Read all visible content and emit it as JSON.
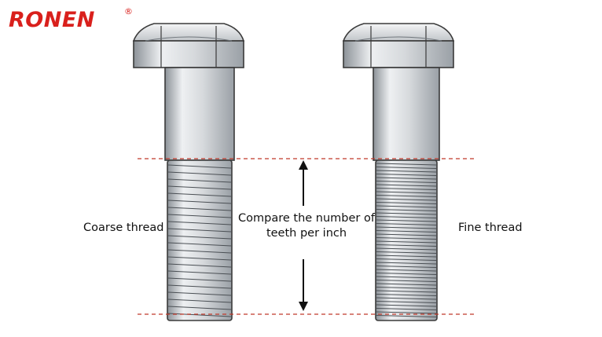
{
  "brand": {
    "name": "RONEN",
    "registered_mark": "®",
    "color": "#d9201c"
  },
  "labels": {
    "coarse": "Coarse thread",
    "fine": "Fine thread",
    "compare_line1": "Compare the number of",
    "compare_line2": "teeth per inch"
  },
  "colors": {
    "guide_line": "#c0392b",
    "steel_light": "#eef0f2",
    "steel_mid": "#c4c8cc",
    "steel_dark": "#8c9298",
    "outline": "#3a3a3a",
    "arrow": "#111111"
  }
}
